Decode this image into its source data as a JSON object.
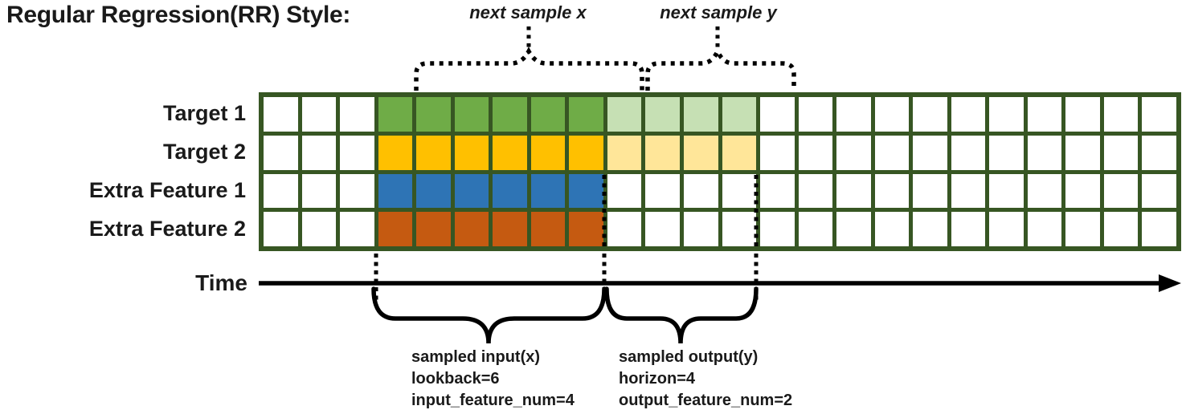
{
  "title": "Regular Regression(RR) Style:",
  "top_annotations": {
    "next_sample_x": "next sample x",
    "next_sample_y": "next sample y"
  },
  "time_axis": {
    "label": "Time"
  },
  "grid": {
    "columns": 24,
    "input_cols": [
      4,
      9
    ],
    "output_cols": [
      10,
      13
    ],
    "next_sample_x_cols": [
      5,
      10
    ],
    "next_sample_y_cols": [
      11,
      14
    ],
    "border_color": "#375623",
    "empty_cell_color": "#FFFFFF",
    "rows": [
      {
        "label": "Target 1",
        "input_color": "#6FAC47",
        "output_color": "#C6E0B4"
      },
      {
        "label": "Target 2",
        "input_color": "#FFC000",
        "output_color": "#FFE699"
      },
      {
        "label": "Extra Feature 1",
        "input_color": "#2E74B5",
        "output_color": null
      },
      {
        "label": "Extra Feature 2",
        "input_color": "#C55A11",
        "output_color": null
      }
    ]
  },
  "bottom_annotations": {
    "input_lines": [
      "sampled input(x)",
      "lookback=6",
      "input_feature_num=4"
    ],
    "output_lines": [
      "sampled output(y)",
      "horizon=4",
      "output_feature_num=2"
    ]
  },
  "accent_colors": {
    "brace_color": "#000000",
    "axis_color": "#000000"
  }
}
